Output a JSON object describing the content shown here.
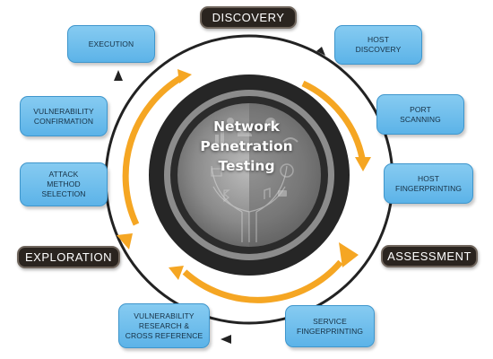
{
  "center": {
    "line1": "Network",
    "line2": "Penetration",
    "line3": "Testing"
  },
  "phases": {
    "discovery": "DISCOVERY",
    "assessment": "ASSESSMENT",
    "exploration": "EXPLORATION"
  },
  "steps": {
    "host_discovery": "HOST\nDISCOVERY",
    "port_scanning": "PORT\nSCANNING",
    "host_fingerprinting": "HOST\nFINGERPRINTING",
    "service_fingerprinting": "SERVICE\nFINGERPRINTING",
    "vulnerability_research": "VULNERABILITY\nRESEARCH &\nCROSS REFERENCE",
    "attack_method_selection": "ATTACK\nMETHOD\nSELECTION",
    "vulnerability_confirmation": "VULNERABILITY\nCONFIRMATION",
    "execution": "EXECUTION"
  },
  "colors": {
    "step_fill": "#6bbdec",
    "step_border": "#3f96cc",
    "phase_fill": "#2a241f",
    "accent_arrow": "#f5a623",
    "ring_dark": "#262626",
    "ring_gray": "#8c8c8c"
  },
  "icons": [
    "chart-icon",
    "cloud-icon",
    "gear-icon",
    "wifi-icon",
    "mail-icon",
    "people-icon",
    "music-icon",
    "globe-icon",
    "bluetooth-icon",
    "video-icon",
    "network-tree-icon"
  ]
}
